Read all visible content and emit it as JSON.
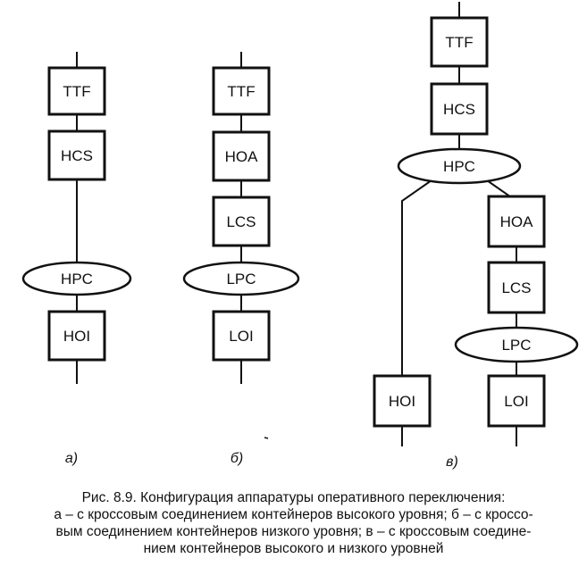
{
  "diagram_a": {
    "ttf": "TTF",
    "hcs": "HCS",
    "hpc": "HPC",
    "hoi": "HOI",
    "label": "а)"
  },
  "diagram_b": {
    "ttf": "TTF",
    "hoa": "HOA",
    "lcs": "LCS",
    "lpc": "LPC",
    "loi": "LOI",
    "label": "б)"
  },
  "diagram_c": {
    "ttf": "TTF",
    "hcs": "HCS",
    "hpc": "HPC",
    "hoi": "HOI",
    "hoa": "HOA",
    "lcs": "LCS",
    "lpc": "LPC",
    "loi": "LOI",
    "label": "в)"
  },
  "caption": {
    "line1": "Рис. 8.9. Конфигурация аппаратуры оперативного переключения:",
    "line2": "а – с кроссовым соединением контейнеров высокого уровня; б – с кроссо-",
    "line3": "вым соединением контейнеров низкого уровня; в – с кроссовым соедине-",
    "line4": "нием контейнеров высокого и низкого уровней"
  }
}
